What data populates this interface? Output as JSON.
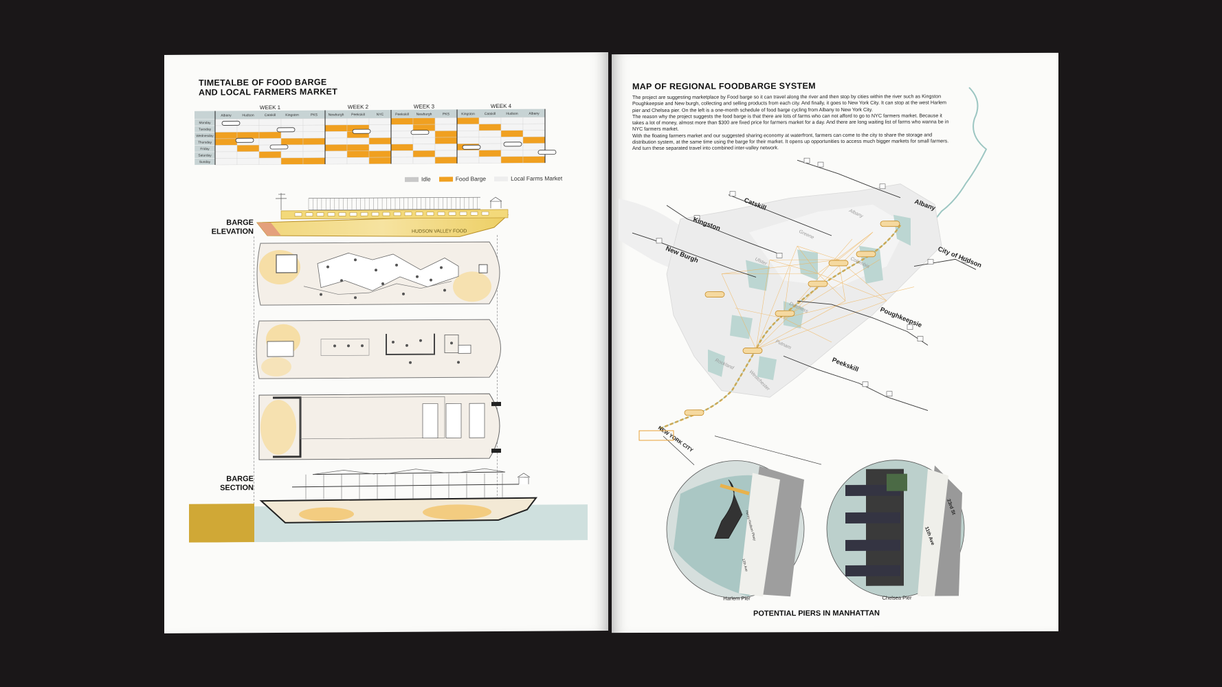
{
  "left_page": {
    "title_line1": "TIMETALBE OF FOOD BARGE",
    "title_line2": "AND LOCAL FARMERS MARKET",
    "weeks": [
      "WEEK 1",
      "WEEK 2",
      "WEEK 3",
      "WEEK 4"
    ],
    "stops": [
      "Albany",
      "Hudson",
      "Catskill",
      "Kingston",
      "PKS",
      "Newburgh",
      "Peekskill",
      "NYC",
      "Peekskill",
      "Newburgh",
      "PKS",
      "Kingston",
      "Catskill",
      "Hudson",
      "Albany"
    ],
    "days": [
      "Monday",
      "Tuesday",
      "Wednesday",
      "Thursday",
      "Friday",
      "Saturday",
      "Sunday"
    ],
    "legend": {
      "idle": "Idle",
      "food_barge": "Food Barge",
      "local_market": "Local Farms Market"
    },
    "colors": {
      "idle": "#c8c8c8",
      "food_barge": "#f0a020",
      "local_market": "#f4f4f4",
      "header": "#c7d3d4",
      "water": "#cfe0de",
      "land": "#d0a836"
    },
    "barge_elevation_label": "BARGE\nELEVATION",
    "barge_name": "HUDSON VALLEY FOOD",
    "barge_section_label": "BARGE\nSECTION"
  },
  "right_page": {
    "title": "MAP OF REGIONAL FOODBARGE SYSTEM",
    "paragraphs": [
      "The project are suggesting marketplace by Food barge so it can travel along the river and then stop by cities within the river such as Kingston Poughkeepsie and New burgh, collecting and selling products from each city. And finally, it goes to New York City. It can stop at the west Harlem pier and Chelsea pier. On the left is a one-month schedule of food barge cycling from Albany to New York City.",
      "The reason why the project suggests the food barge is that there are lots of farms who can not afford to go to NYC farmers market. Because it takes a lot of money, almost more than $300 are fixed price for farmers market for a day. And there are long waiting list of farms who wanna be in NYC farmers market.",
      "With the floating farmers market and our suggested sharing economy at waterfront, farmers can come to the city to share the storage and distribution system, at the same time using the barge for their market. It opens up opportunities to access much bigger markets for small farmers. And turn these separated travel into combined inter-valley network."
    ],
    "cities": {
      "catskill": "Catskill",
      "kingston": "Kingston",
      "albany": "Albany",
      "new_burgh": "New Burgh",
      "city_of_hudson": "City of Hudson",
      "poughkeepsie": "Poughkeepsie",
      "peekskill": "Peekskill",
      "new_york_city": "NEW YORK CITY"
    },
    "counties": [
      "Albany",
      "Greene",
      "Ulster",
      "Columbia",
      "Dutchess",
      "Putnam",
      "Rockland",
      "Westchester"
    ],
    "streets": [
      "23rd St",
      "11th Ave",
      "Henry Hudson Pkwy",
      "12th Ave"
    ],
    "pier_labels": {
      "harlem": "Harlem Pier",
      "chelsea": "Chelsea Pier"
    },
    "piers_title": "POTENTIAL PIERS IN MANHATTAN"
  }
}
